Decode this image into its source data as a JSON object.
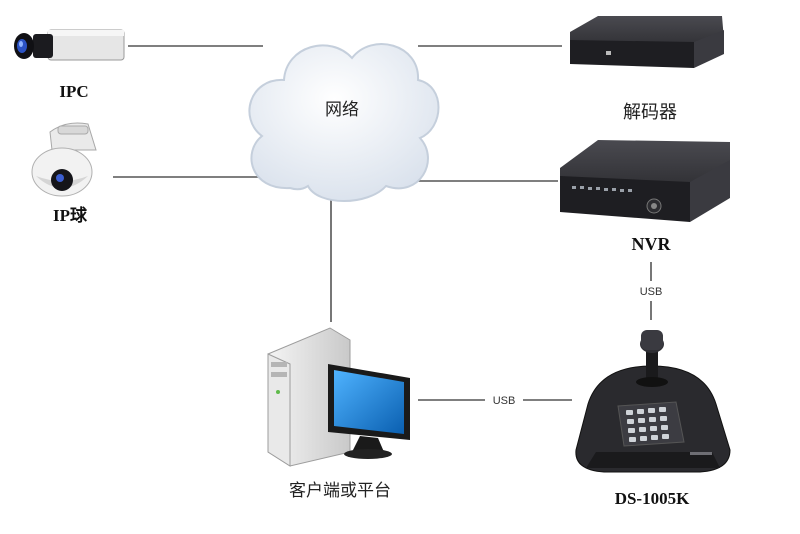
{
  "devices": {
    "ipc": {
      "label": "IPC",
      "icon": "box-camera-icon"
    },
    "ip_dome": {
      "label": "IP球",
      "icon": "dome-camera-icon"
    },
    "network": {
      "label": "网络",
      "icon": "cloud-icon"
    },
    "decoder": {
      "label": "解码器",
      "icon": "decoder-icon"
    },
    "nvr": {
      "label": "NVR",
      "icon": "nvr-icon"
    },
    "client": {
      "label": "客户端或平台",
      "icon": "computer-icon"
    },
    "keyboard": {
      "label": "DS-1005K",
      "icon": "joystick-keyboard-icon"
    }
  },
  "links": {
    "nvr_keyboard": "USB",
    "client_keyboard": "USB"
  },
  "colors": {
    "line": "#555555",
    "cloud_fill": "#e9eef5",
    "cloud_stroke": "#c3cddb",
    "device_dark": "#2b2b2e",
    "monitor_screen": "#1e8fe0"
  }
}
